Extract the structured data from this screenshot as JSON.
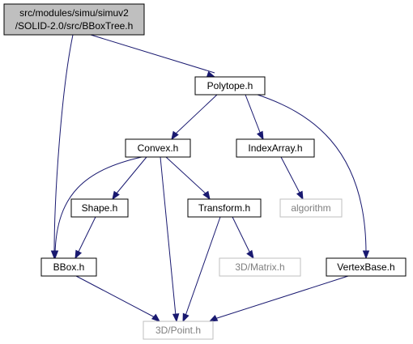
{
  "colors": {
    "edge": "#191970",
    "root_fill": "#bfbfbf",
    "node_border": "#000000",
    "external_border": "#bfbfbf",
    "external_text": "#7f7f7f"
  },
  "root": {
    "line1": "src/modules/simu/simuv2",
    "line2": "/SOLID-2.0/src/BBoxTree.h"
  },
  "nodes": {
    "polytope": "Polytope.h",
    "convex": "Convex.h",
    "index_array": "IndexArray.h",
    "algorithm": "algorithm",
    "shape": "Shape.h",
    "transform": "Transform.h",
    "bbox": "BBox.h",
    "matrix": "3D/Matrix.h",
    "vertex_base": "VertexBase.h",
    "point": "3D/Point.h"
  },
  "edges": [
    [
      "root",
      "polytope"
    ],
    [
      "root",
      "bbox"
    ],
    [
      "polytope",
      "convex"
    ],
    [
      "polytope",
      "index_array"
    ],
    [
      "polytope",
      "vertex_base"
    ],
    [
      "convex",
      "shape"
    ],
    [
      "convex",
      "transform"
    ],
    [
      "convex",
      "bbox"
    ],
    [
      "convex",
      "point"
    ],
    [
      "index_array",
      "algorithm"
    ],
    [
      "shape",
      "bbox"
    ],
    [
      "transform",
      "matrix"
    ],
    [
      "transform",
      "point"
    ],
    [
      "bbox",
      "point"
    ],
    [
      "vertex_base",
      "point"
    ]
  ]
}
